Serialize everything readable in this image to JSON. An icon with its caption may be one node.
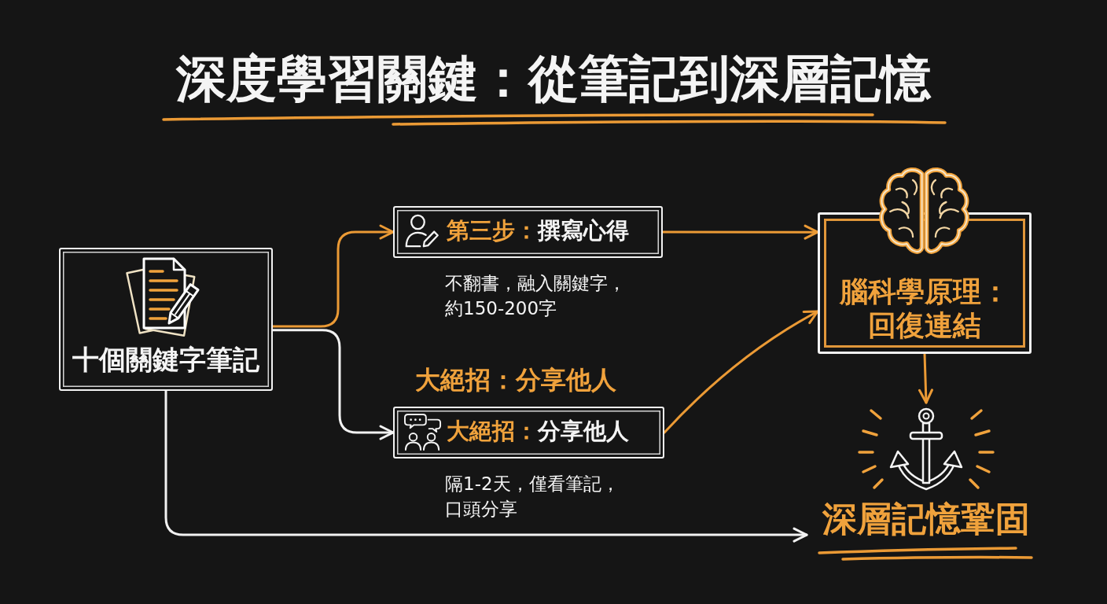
{
  "diagram": {
    "title": "深度學習關鍵：從筆記到深層記憶",
    "nodes": [
      {
        "text": [
          "十個關鍵字筆記"
        ]
      },
      {
        "text": [
          "**第三步：**撰寫心得"
        ],
        "beside": [
          "不翻書，融入關鍵字，約150-200字"
        ]
      },
      {
        "text": [
          "大絕招：分享他人",
          "**大絕招：**分享他人"
        ],
        "beside": [
          "隔1-2天，僅看筆記，口頭分享"
        ]
      },
      {
        "text": [
          "腦科學原理：回復連結"
        ]
      },
      {
        "text": [
          "深層記憶鞏固"
        ]
      }
    ],
    "edges": [
      {
        "from": 0,
        "to": 1,
        "arrow": "to"
      },
      {
        "from": 0,
        "to": 2,
        "arrow": "to",
        "color": "#f2f2f2"
      },
      {
        "from": 1,
        "to": 3,
        "arrow": "to"
      },
      {
        "from": 2,
        "to": 3,
        "arrow": "to"
      },
      {
        "from": 3,
        "to": 4,
        "arrow": "to"
      },
      {
        "from": 0,
        "to": 4,
        "arrow": "to",
        "color": "#f2f2f2"
      }
    ]
  }
}
